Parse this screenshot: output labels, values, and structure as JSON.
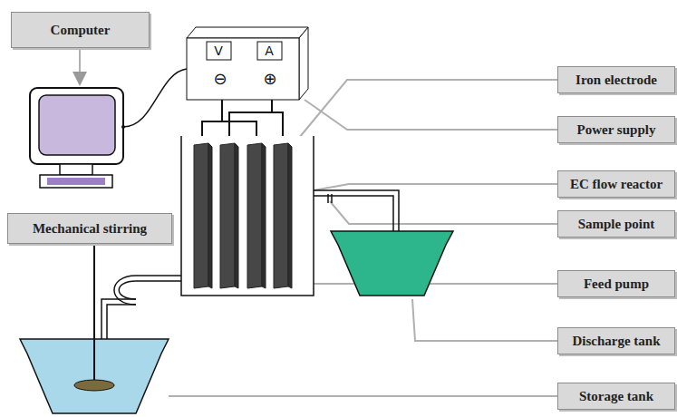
{
  "diagram": {
    "nodes": [
      {
        "text": [
          "Computer"
        ]
      },
      {
        "text": [
          "Mechanical stirring"
        ]
      },
      {
        "text": [
          "Iron electrode"
        ]
      },
      {
        "text": [
          "Power supply"
        ]
      },
      {
        "text": [
          "EC flow reactor"
        ]
      },
      {
        "text": [
          "Sample point"
        ]
      },
      {
        "text": [
          "Feed pump"
        ]
      },
      {
        "text": [
          "Discharge tank"
        ]
      },
      {
        "text": [
          "Storage tank"
        ]
      }
    ],
    "labels": [
      "V",
      "A",
      "⊖",
      "⊕"
    ]
  }
}
